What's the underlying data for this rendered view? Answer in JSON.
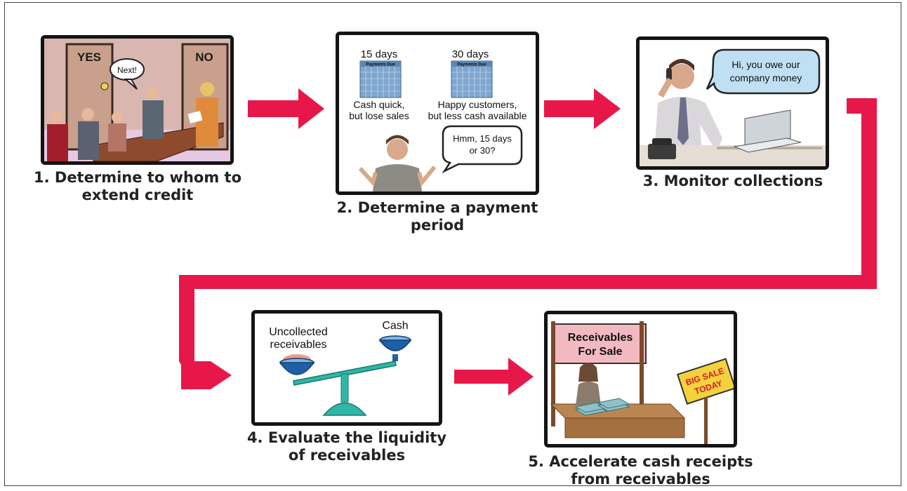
{
  "steps": [
    {
      "caption_lines": [
        "1. Determine to whom to",
        "extend credit"
      ],
      "door_yes": "YES",
      "door_no": "NO",
      "speech": "Next!"
    },
    {
      "caption_lines": [
        "2. Determine a payment period"
      ],
      "left_days": "15 days",
      "right_days": "30 days",
      "calendar_title": "Payments Due",
      "left_note_lines": [
        "Cash quick,",
        "but lose sales"
      ],
      "right_note_lines": [
        "Happy customers,",
        "but less cash available"
      ],
      "speech_lines": [
        "Hmm, 15 days",
        "or 30?"
      ]
    },
    {
      "caption_lines": [
        "3. Monitor collections"
      ],
      "speech_lines": [
        "Hi,  you owe our",
        "company money"
      ]
    },
    {
      "caption_lines": [
        "4. Evaluate the liquidity",
        "of receivables"
      ],
      "left_label_lines": [
        "Uncollected",
        "receivables"
      ],
      "right_label": "Cash"
    },
    {
      "caption_lines": [
        "5. Accelerate cash receipts",
        "from receivables"
      ],
      "sign_lines": [
        "Receivables",
        "For Sale"
      ],
      "sale_lines": [
        "BIG SALE",
        "TODAY"
      ]
    }
  ],
  "colors": {
    "arrow": "#e8174a",
    "panel_border": "#141414",
    "speech_bubble": "#bfe0f2",
    "calendar": "#7ea6cf",
    "scale": "#2fb7a6",
    "bowl": "#1f5fa8"
  }
}
